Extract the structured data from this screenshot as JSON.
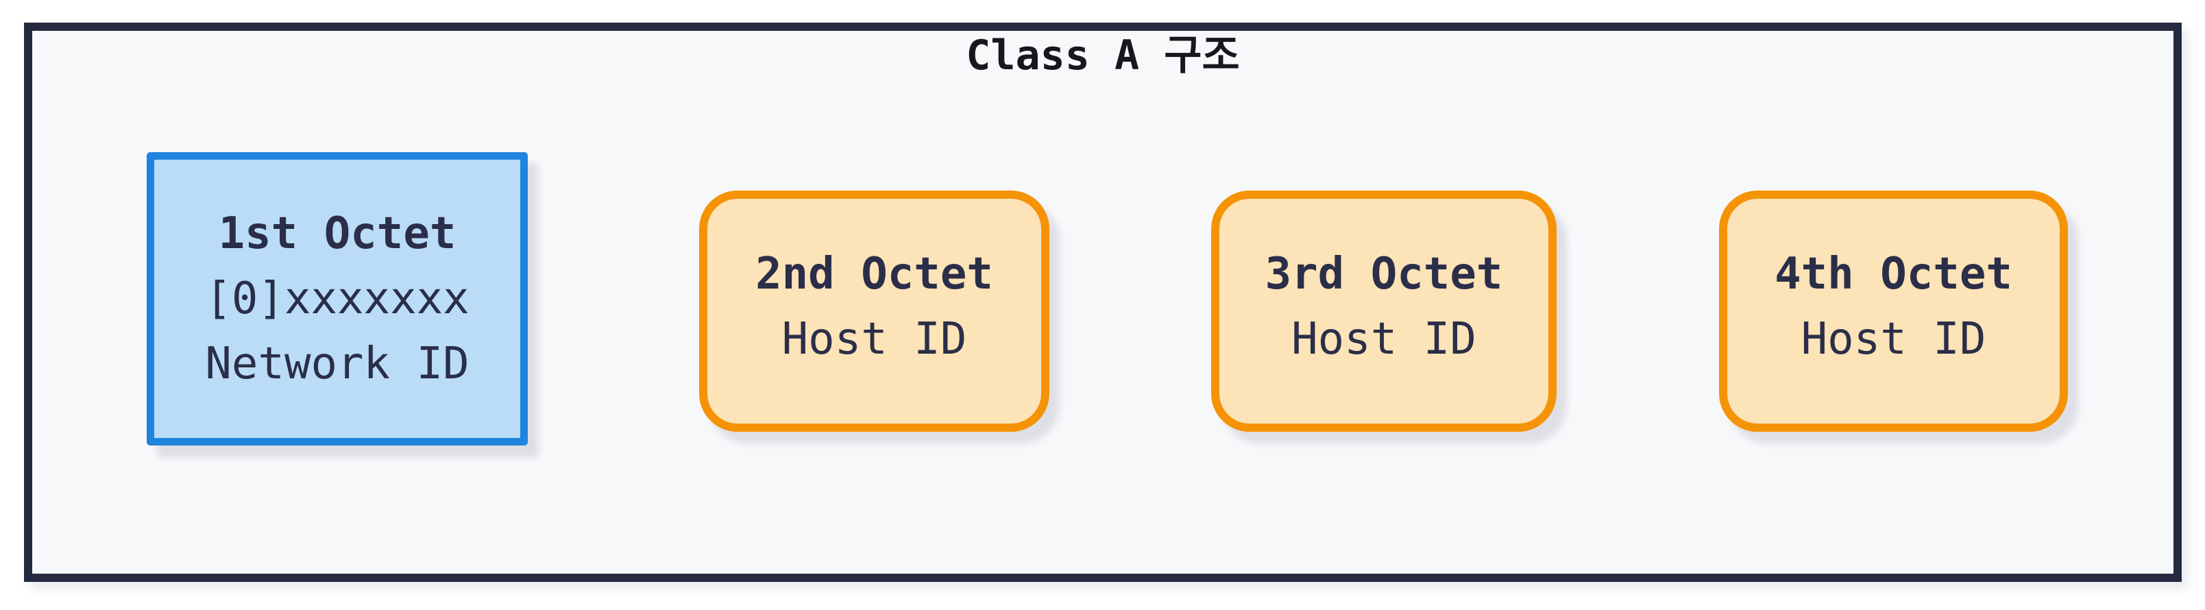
{
  "diagram": {
    "title": "Class A 구조",
    "boxes": [
      {
        "role": "network-octet",
        "lines": [
          "1st Octet",
          "[0]xxxxxxx",
          "Network ID"
        ]
      },
      {
        "role": "host-octet",
        "lines": [
          "2nd Octet",
          "Host ID"
        ]
      },
      {
        "role": "host-octet",
        "lines": [
          "3rd Octet",
          "Host ID"
        ]
      },
      {
        "role": "host-octet",
        "lines": [
          "4th Octet",
          "Host ID"
        ]
      }
    ],
    "colors": {
      "frame_border": "#262a40",
      "frame_background": "#f7f8fa",
      "network_box_border": "#1f84de",
      "network_box_fill": "#badcf7",
      "host_box_border": "#f59307",
      "host_box_fill": "#fce3b8",
      "text": "#2b2e48",
      "title_text": "#17181f"
    }
  }
}
